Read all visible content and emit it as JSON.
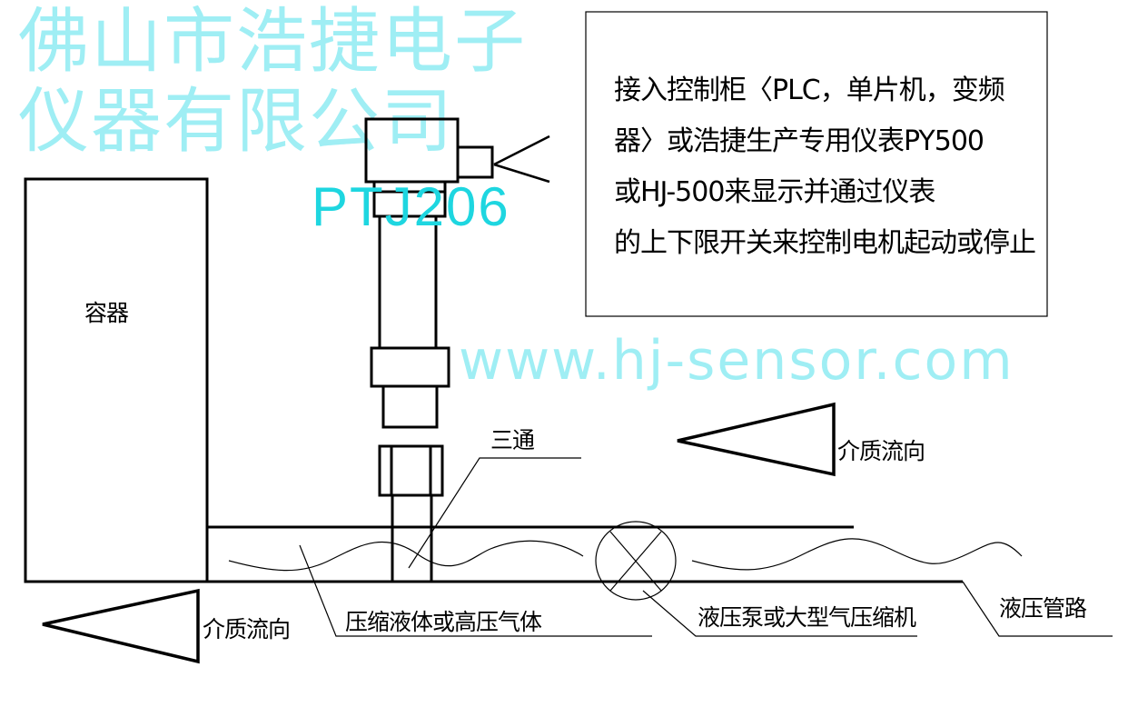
{
  "container_label": "容器",
  "sensor_model": "PTJ206",
  "note_lines": [
    "接入控制柜〈PLC，单片机，变频",
    "器〉或浩捷生产专用仪表PY500",
    "或HJ-500来显示并通过仪表",
    "的上下限开关来控制电机起动或停止"
  ],
  "labels": {
    "tee": "三通",
    "flow_direction_upper": "介质流向",
    "flow_direction_lower": "介质流向",
    "medium": "压缩液体或高压气体",
    "pump": "液压泵或大型气压缩机",
    "pipeline": "液压管路"
  },
  "watermark": {
    "company": "佛山市浩捷电子仪器有限公司",
    "url": "www.hj-sensor.com"
  },
  "colors": {
    "model_text": "#1ed6e0",
    "watermark": "#9feef4"
  }
}
